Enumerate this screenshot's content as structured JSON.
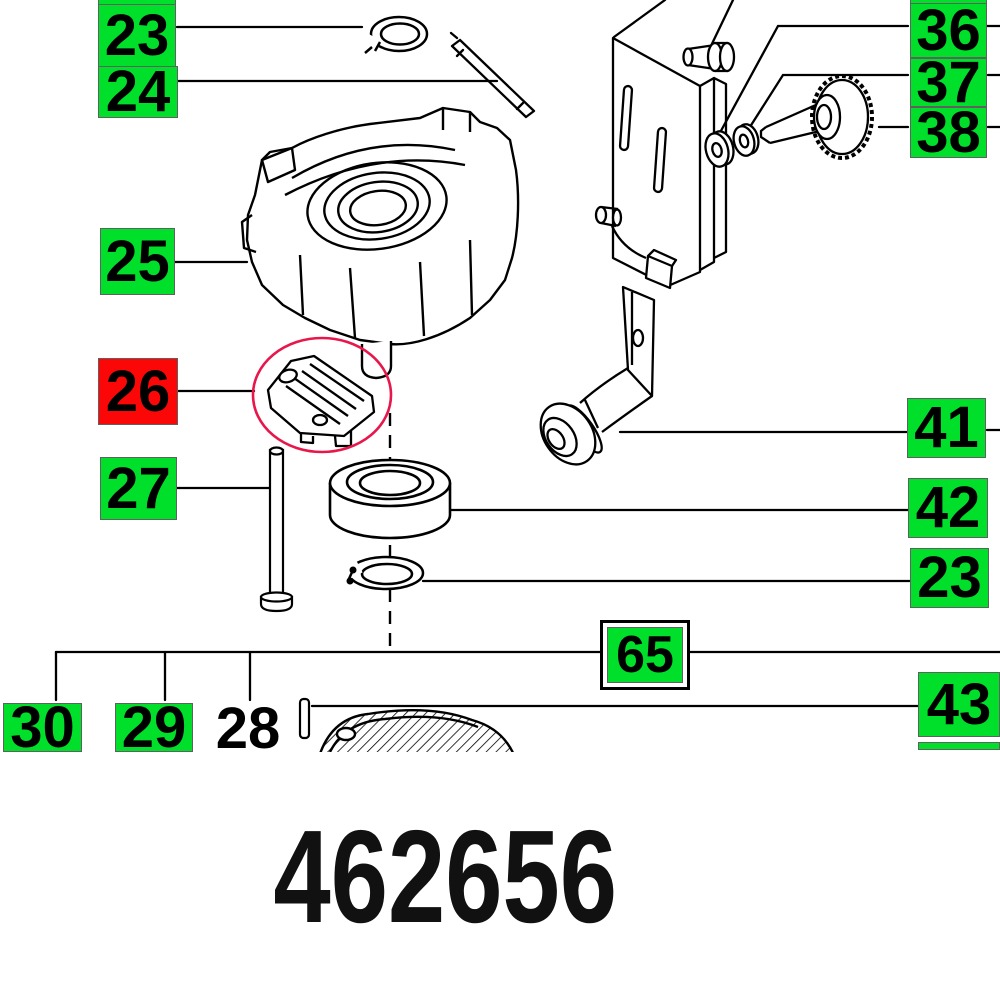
{
  "figure": {
    "part_number": "462656",
    "callouts": {
      "n23_top": "23",
      "n24": "24",
      "n25": "25",
      "n26": "26",
      "n27": "27",
      "n30": "30",
      "n29": "29",
      "n28": "28",
      "n36": "36",
      "n37": "37",
      "n38": "38",
      "n41": "41",
      "n42": "42",
      "n23_mid": "23",
      "n43": "43",
      "n65": "65"
    },
    "highlighted_callout": "26"
  },
  "colors": {
    "green": "#00df2a",
    "red": "#fb0707",
    "circle_red": "#e8174b"
  }
}
